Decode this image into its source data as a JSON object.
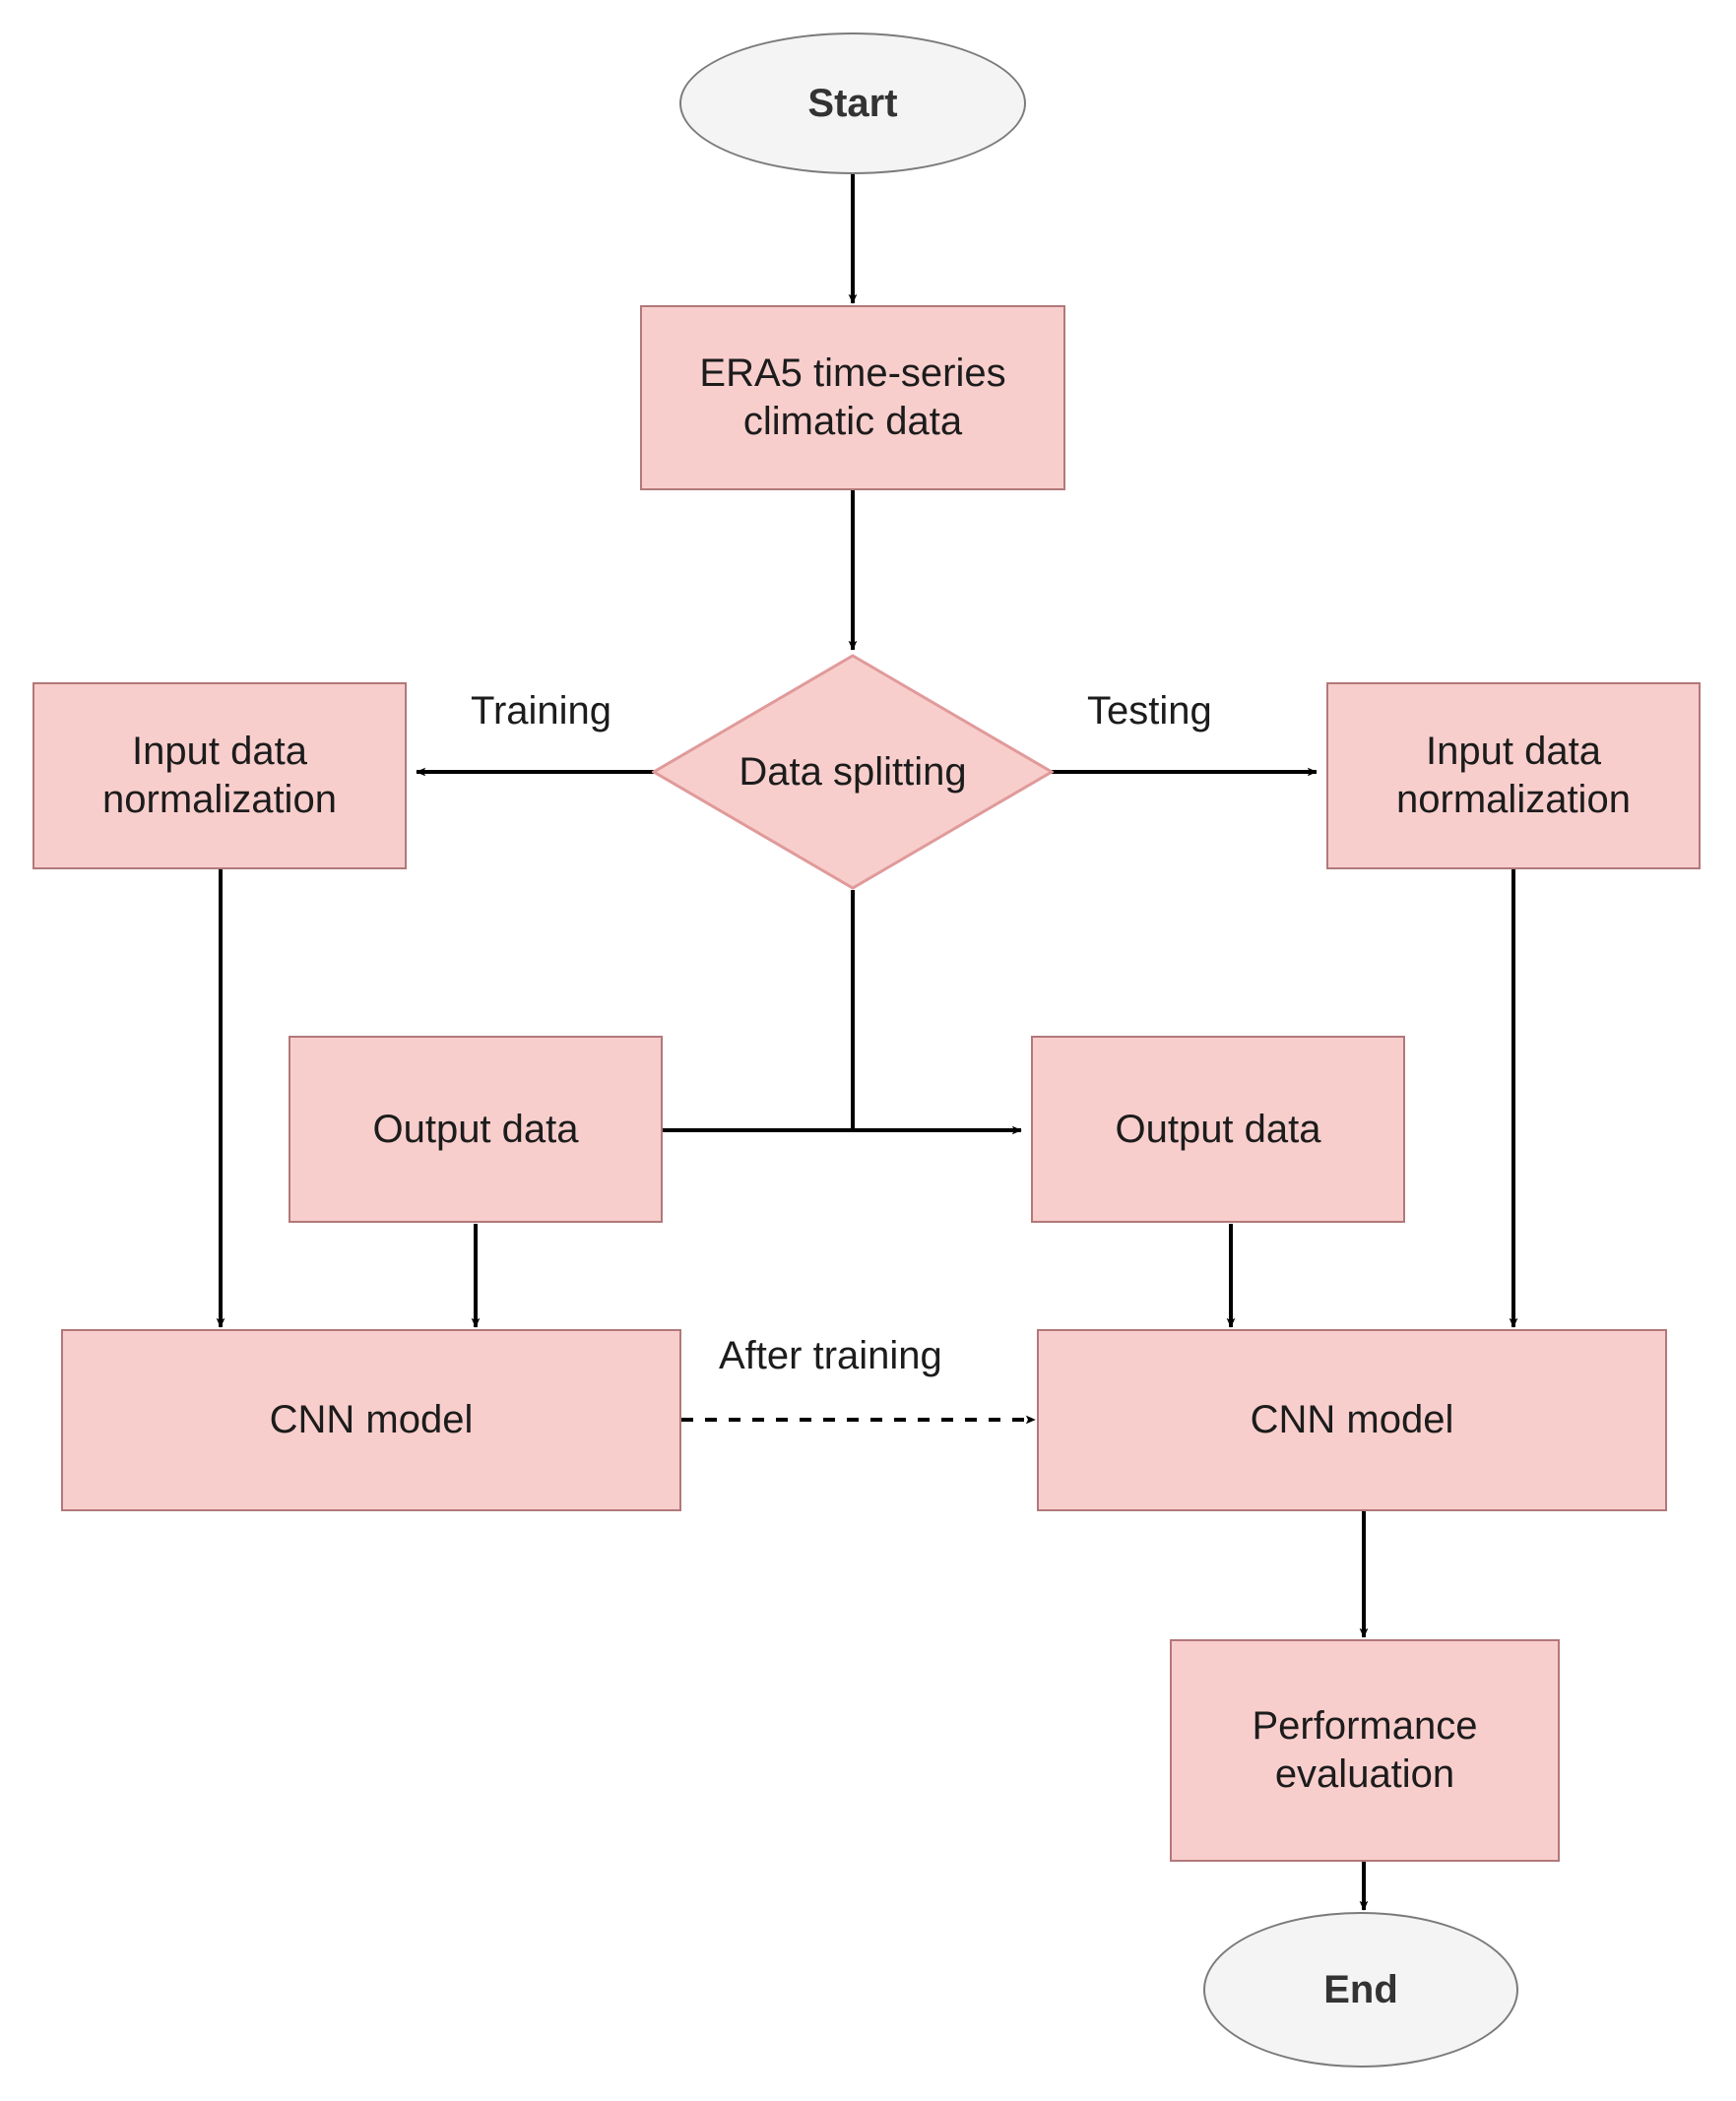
{
  "diagram": {
    "title": "CNN climatic modelling workflow flowchart",
    "type": "flowchart",
    "colors": {
      "process_fill": "#F8CECC",
      "process_border": "#B2787A",
      "terminator_fill": "#F4F4F4",
      "terminator_border": "#7B7B7B",
      "edge": "#000000",
      "text": "#1C1C1C",
      "background": "#FFFFFF"
    },
    "nodes": {
      "start": {
        "label": "Start",
        "shape": "ellipse"
      },
      "era5": {
        "label": "ERA5 time-series\nclimatic data",
        "line1": "ERA5 time-series",
        "line2": "climatic data",
        "shape": "rectangle"
      },
      "data_splitting": {
        "label": "Data splitting",
        "shape": "diamond"
      },
      "input_norm_left": {
        "line1": "Input data",
        "line2": "normalization",
        "shape": "rectangle"
      },
      "input_norm_right": {
        "line1": "Input data",
        "line2": "normalization",
        "shape": "rectangle"
      },
      "output_left": {
        "label": "Output data",
        "shape": "rectangle"
      },
      "output_right": {
        "label": "Output data",
        "shape": "rectangle"
      },
      "cnn_left": {
        "label": "CNN model",
        "shape": "rectangle"
      },
      "cnn_right": {
        "label": "CNN model",
        "shape": "rectangle"
      },
      "performance": {
        "line1": "Performance",
        "line2": "evaluation",
        "shape": "rectangle"
      },
      "end": {
        "label": "End",
        "shape": "ellipse"
      }
    },
    "edge_labels": {
      "training": "Training",
      "testing": "Testing",
      "after_training": "After training"
    }
  }
}
